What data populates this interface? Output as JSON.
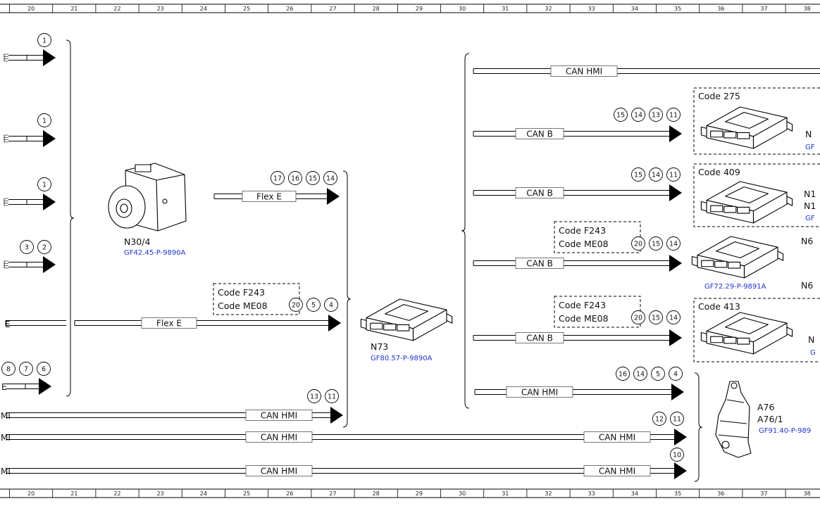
{
  "ruler": {
    "numbers": [
      "20",
      "21",
      "22",
      "23",
      "24",
      "25",
      "26",
      "27",
      "28",
      "29",
      "30",
      "31",
      "32",
      "33",
      "34",
      "35",
      "36",
      "37",
      "38"
    ]
  },
  "components": {
    "n30_4": {
      "name": "N30/4",
      "ref": "GF42.45-P-9890A"
    },
    "n73": {
      "name": "N73",
      "ref": "GF80.57-P-9890A"
    },
    "n6x": {
      "ref": "GF72.29-P-9891A",
      "partial_a": "N6",
      "partial_b": "N6"
    },
    "a76": {
      "name_a": "A76",
      "name_b": "A76/1",
      "ref": "GF91.40-P-989"
    },
    "partial_r1": {
      "code": "Code 275",
      "n": "N",
      "ref": "GF"
    },
    "partial_r2": {
      "code": "Code 409",
      "n1": "N1",
      "n2": "N1",
      "ref": "GF"
    },
    "partial_r4": {
      "code": "Code 413",
      "n": "N",
      "ref": "G"
    }
  },
  "buses": {
    "flex_e": "Flex E",
    "can_hmi": "CAN HMI",
    "can_b": "CAN B",
    "left_e": "E",
    "left_mi": "MI",
    "left_hmi": "HMI"
  },
  "codes": {
    "f243": "Code F243",
    "me08": "Code ME08"
  },
  "circles": {
    "l1": [
      "1"
    ],
    "l2": [
      "1"
    ],
    "l3": [
      "1"
    ],
    "l4": [
      "3",
      "2"
    ],
    "l6": [
      "8",
      "7",
      "6"
    ],
    "flex_top": [
      "17",
      "16",
      "15",
      "14"
    ],
    "flex_mid": [
      "20",
      "5",
      "4"
    ],
    "hmi_l1": [
      "13",
      "11"
    ],
    "r1": [
      "15",
      "14",
      "13",
      "11"
    ],
    "r2": [
      "15",
      "14",
      "11"
    ],
    "r3": [
      "20",
      "15",
      "14"
    ],
    "r4": [
      "20",
      "15",
      "14"
    ],
    "r5": [
      "16",
      "14",
      "5",
      "4"
    ],
    "b2": [
      "12",
      "11"
    ],
    "b3": [
      "10"
    ]
  }
}
